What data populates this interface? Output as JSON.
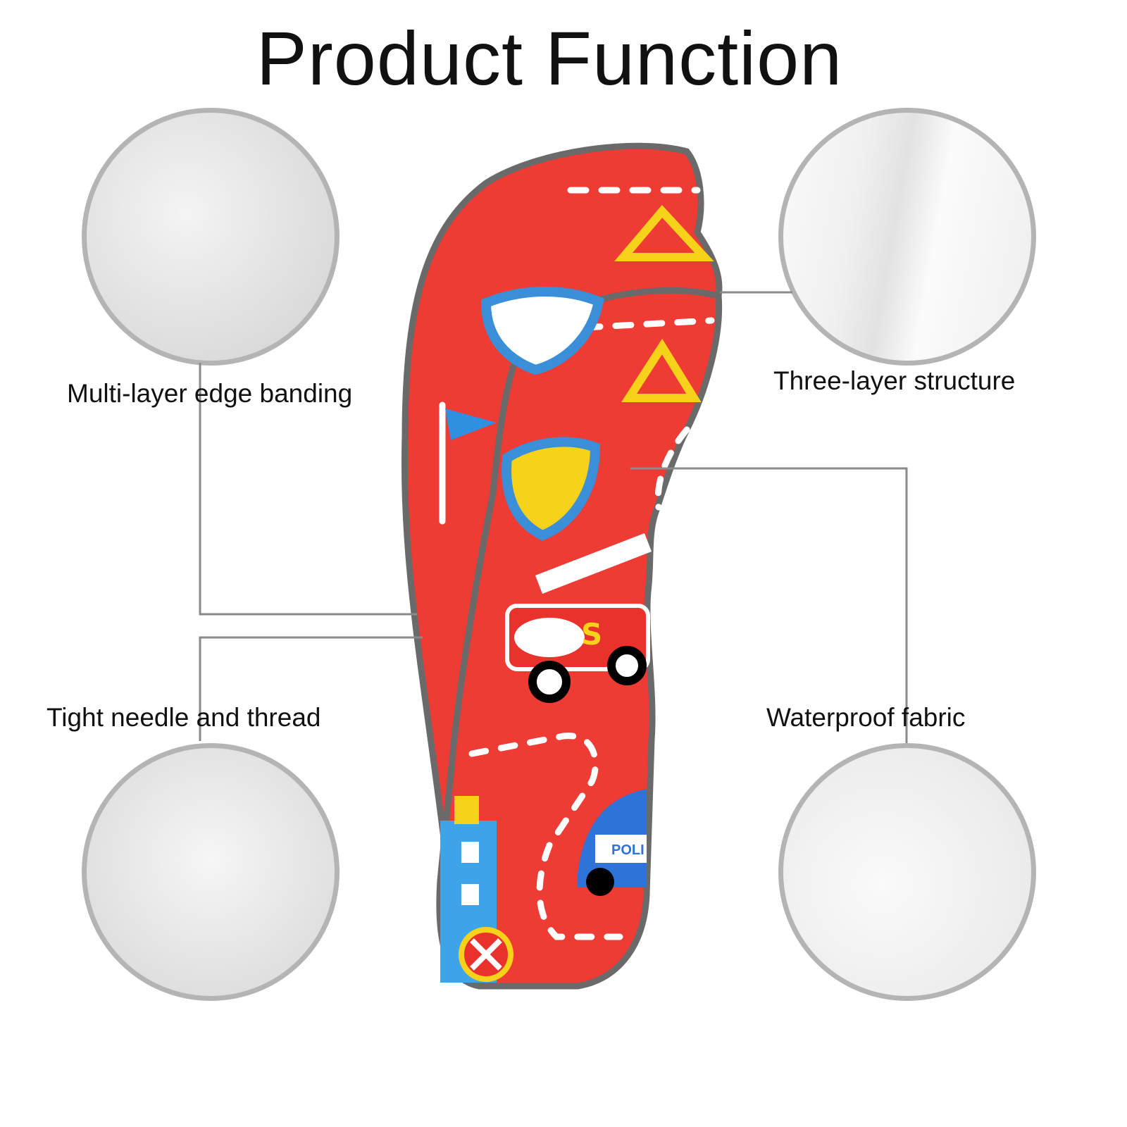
{
  "title": "Product Function",
  "features": [
    {
      "label": "Multi-layer edge banding"
    },
    {
      "label": "Three-layer structure"
    },
    {
      "label": "Tight needle and thread"
    },
    {
      "label": "Waterproof fabric"
    }
  ],
  "product_print_text": "POLI",
  "colors": {
    "red": "#ee3b33",
    "edge": "#6a6a6a",
    "circle_border": "#b4b4b4",
    "line": "#8a8a8a"
  }
}
